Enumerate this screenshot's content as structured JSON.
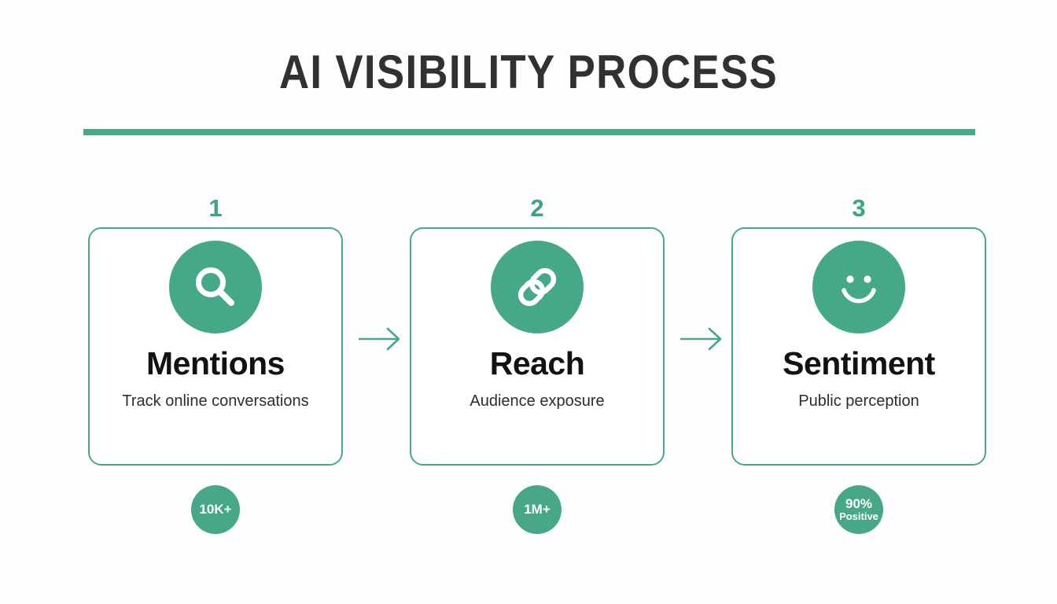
{
  "header": {
    "title": "AI VISIBILITY PROCESS",
    "accent_color": "#46aa88",
    "title_color": "#2f3133"
  },
  "theme": {
    "background": "#fdfdfd",
    "green": "#45a888",
    "card_border": "#46aa88",
    "number_color": "#3aa37f",
    "title_text": "#111214",
    "desc_text": "#2b2d2f",
    "badge_text": "#ffffff"
  },
  "steps": [
    {
      "number": "1",
      "icon": "search-icon",
      "title": "Mentions",
      "description": "Track online conversations",
      "badge_primary": "10K+",
      "badge_secondary": ""
    },
    {
      "number": "2",
      "icon": "link-icon",
      "title": "Reach",
      "description": "Audience exposure",
      "badge_primary": "1M+",
      "badge_secondary": ""
    },
    {
      "number": "3",
      "icon": "smiley-face-icon",
      "title": "Sentiment",
      "description": "Public perception",
      "badge_primary": "90%",
      "badge_secondary": "Positive"
    }
  ],
  "connectors": [
    {
      "name": "arrow-right-icon"
    },
    {
      "name": "arrow-right-icon"
    }
  ]
}
